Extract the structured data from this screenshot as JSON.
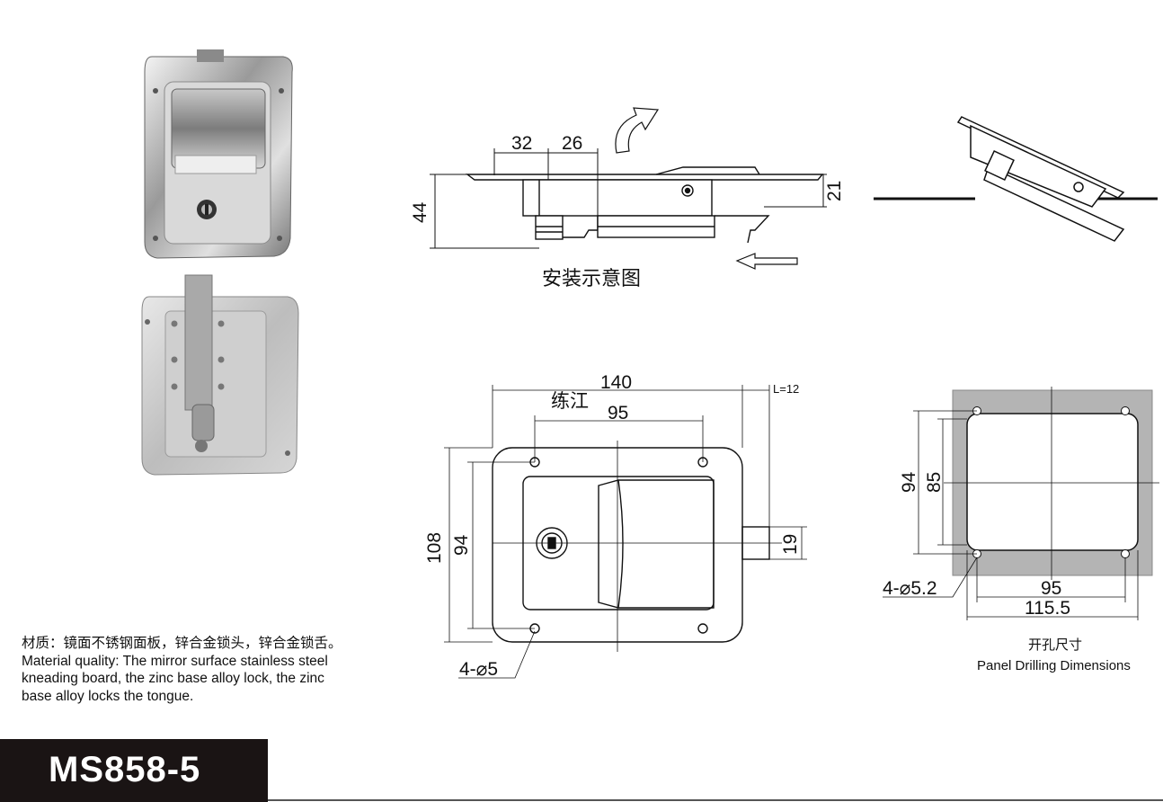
{
  "install_view": {
    "caption": "安装示意图",
    "dims": {
      "a": "32",
      "b": "26",
      "height": "44",
      "depth": "21"
    }
  },
  "front_view": {
    "watermark": "练江",
    "dims": {
      "overall_width": "140",
      "hole_spacing_w": "95",
      "overall_height": "108",
      "hole_spacing_h": "94",
      "tongue": "19",
      "length_note": "L=12",
      "holes": "4-⌀5"
    }
  },
  "cutout_view": {
    "dims": {
      "hole_spacing_h": "94",
      "opening_h": "85",
      "hole_spacing_w": "95",
      "opening_w": "115.5",
      "holes": "4-⌀5.2"
    },
    "caption_cn": "开孔尺寸",
    "caption_en": "Panel Drilling Dimensions"
  },
  "material": {
    "cn": "材质：镜面不锈钢面板，锌合金锁头，锌合金锁舌。",
    "en_lines": [
      "Material quality: The mirror surface stainless steel",
      "kneading board, the zinc base alloy lock, the zinc",
      "base alloy locks the tongue."
    ]
  },
  "model": {
    "code": "MS858-5"
  },
  "colors": {
    "model_bar": "#1a1414",
    "panel_gray": "#b4b4b4"
  }
}
